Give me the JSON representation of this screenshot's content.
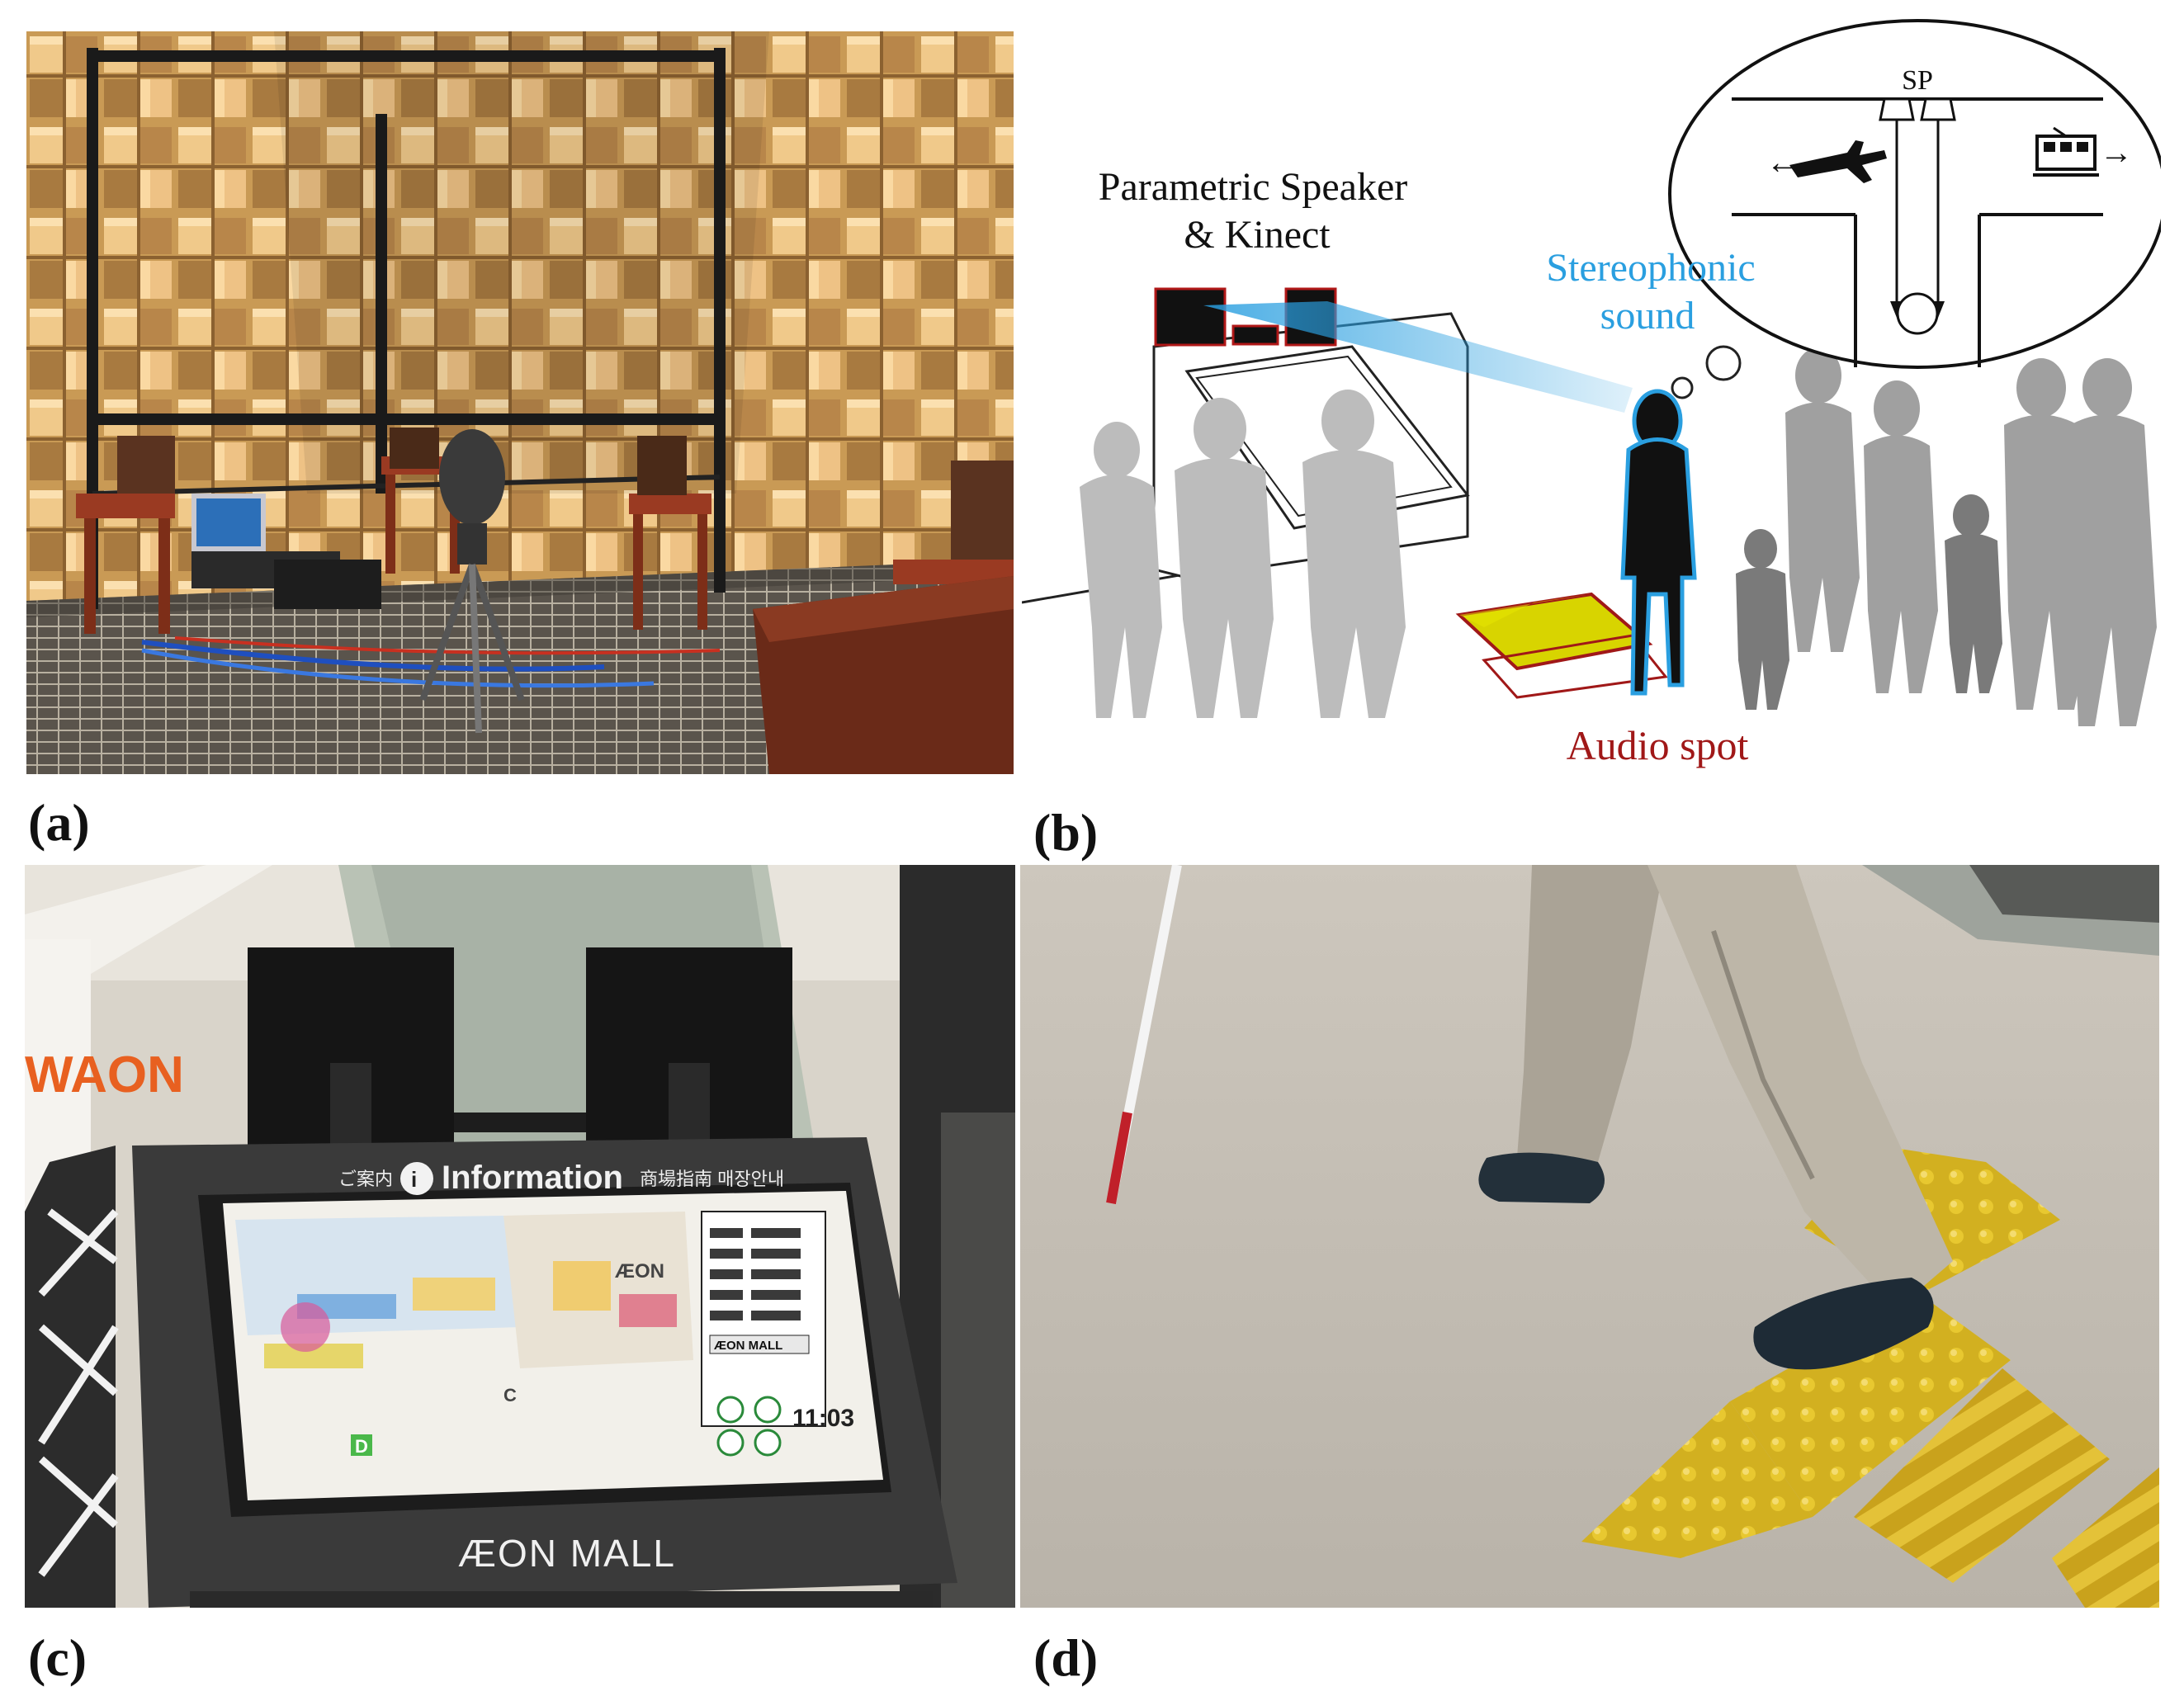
{
  "captions": {
    "a": "(a)",
    "b": "(b)",
    "c": "(c)",
    "d": "(d)"
  },
  "diagram": {
    "sp_label": "SP",
    "speaker_label_line1": "Parametric Speaker",
    "speaker_label_line2": "& Kinect",
    "stereo_label_line1": "Stereophonic",
    "stereo_label_line2": "sound",
    "audio_spot_label": "Audio spot",
    "arrow_left": "←",
    "arrow_right": "→",
    "colors": {
      "stereo": "#2a9fe0",
      "audio_spot": "#a01818",
      "spot_fill": "#d8d400"
    }
  },
  "kiosk": {
    "header_small": "ご案内",
    "header_title": "Information",
    "header_sub": "商場指南  매장안내",
    "map_brand": "ÆON",
    "time": "11:03",
    "brand_bottom": "ÆON MALL",
    "side_logo": "WAON",
    "panel_button": "ÆON MALL",
    "zone_c": "C",
    "zone_d": "D"
  }
}
